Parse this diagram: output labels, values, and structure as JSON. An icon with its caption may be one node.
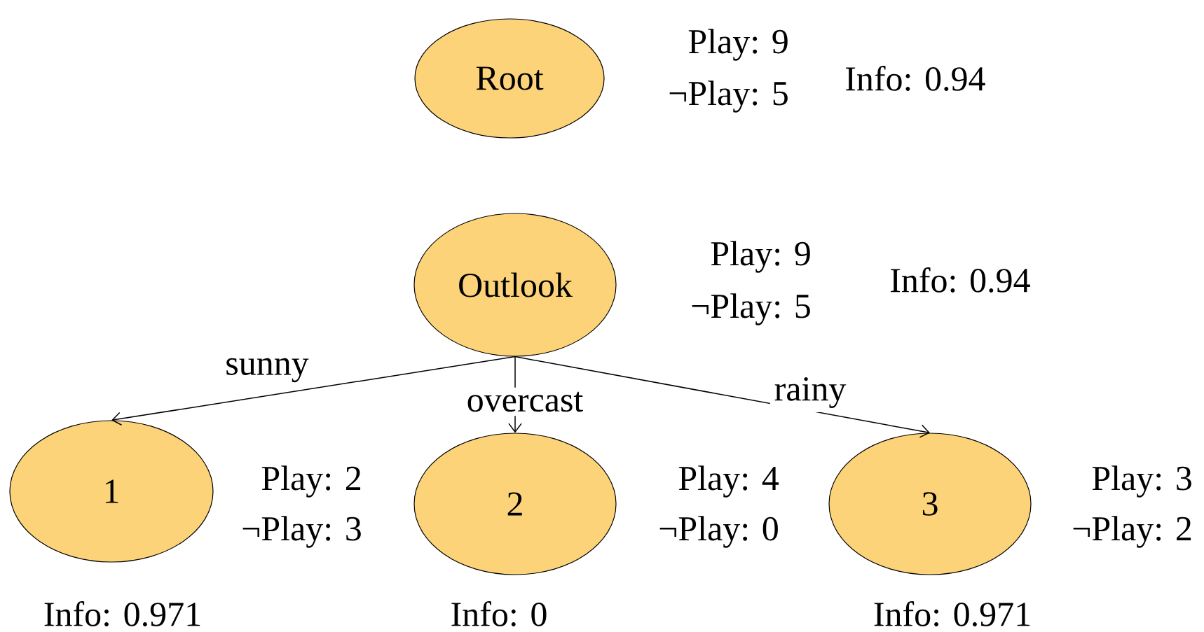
{
  "diagram": {
    "nodes": [
      {
        "text": [
          "Root"
        ],
        "beside": [
          "Play: 9",
          "¬Play: 5",
          "Info: 0.94"
        ]
      },
      {
        "text": [
          "Outlook"
        ],
        "beside": [
          "Play: 9",
          "¬Play: 5",
          "Info: 0.94"
        ]
      },
      {
        "text": [
          "1"
        ],
        "beside": [
          "Play: 2",
          "¬Play: 3",
          "Info: 0.971"
        ]
      },
      {
        "text": [
          "2"
        ],
        "beside": [
          "Play: 4",
          "¬Play: 0",
          "Info: 0"
        ]
      },
      {
        "text": [
          "3"
        ],
        "beside": [
          "Play: 3",
          "¬Play: 2",
          "Info: 0.971"
        ]
      }
    ],
    "edges": [
      {
        "from": 1,
        "to": 2,
        "arrow": "to",
        "label": "sunny"
      },
      {
        "from": 1,
        "to": 3,
        "arrow": "to",
        "label": "overcast"
      },
      {
        "from": 1,
        "to": 4,
        "arrow": "to",
        "label": "rainy"
      }
    ]
  }
}
